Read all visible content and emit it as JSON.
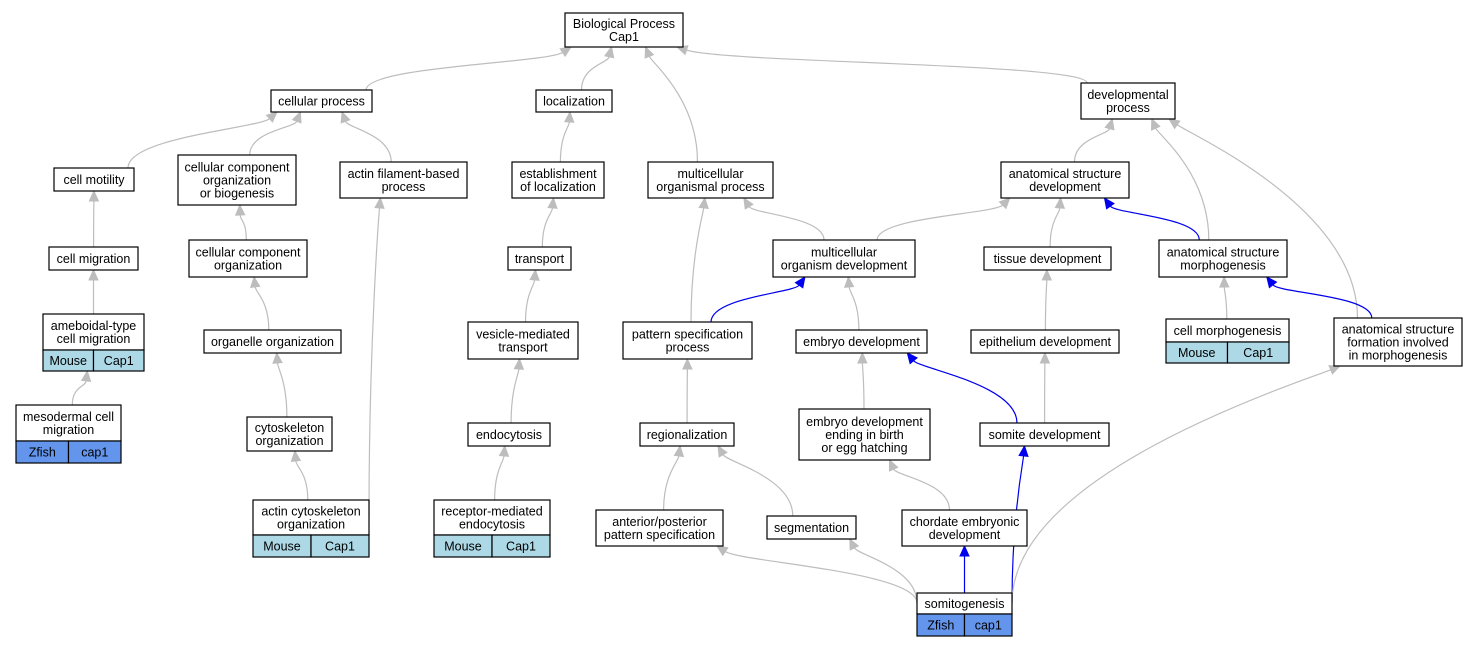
{
  "colors": {
    "edge_gray": "#bdbdbd",
    "edge_blue": "#0000ee",
    "mouse_fill": "#add8e6",
    "zfish_fill": "#6495ed"
  },
  "nodes": {
    "bp": {
      "lines": [
        "Biological Process",
        "Cap1"
      ]
    },
    "cellular_process": {
      "lines": [
        "cellular process"
      ]
    },
    "localization": {
      "lines": [
        "localization"
      ]
    },
    "developmental_process": {
      "lines": [
        "developmental",
        "process"
      ]
    },
    "cell_motility": {
      "lines": [
        "cell motility"
      ]
    },
    "ccob": {
      "lines": [
        "cellular component",
        "organization",
        "or biogenesis"
      ]
    },
    "actin_fbp": {
      "lines": [
        "actin filament-based",
        "process"
      ]
    },
    "establishment": {
      "lines": [
        "establishment",
        "of localization"
      ]
    },
    "mop": {
      "lines": [
        "multicellular",
        "organismal process"
      ]
    },
    "asd": {
      "lines": [
        "anatomical structure",
        "development"
      ]
    },
    "cell_migration": {
      "lines": [
        "cell migration"
      ]
    },
    "cco": {
      "lines": [
        "cellular component",
        "organization"
      ]
    },
    "transport": {
      "lines": [
        "transport"
      ]
    },
    "mod": {
      "lines": [
        "multicellular",
        "organism development"
      ]
    },
    "tissue_dev": {
      "lines": [
        "tissue development"
      ]
    },
    "asm": {
      "lines": [
        "anatomical structure",
        "morphogenesis"
      ]
    },
    "ameboidal": {
      "lines": [
        "ameboidal-type",
        "cell migration"
      ],
      "badges": [
        "Mouse",
        "Cap1"
      ]
    },
    "organelle_org": {
      "lines": [
        "organelle organization"
      ]
    },
    "vesicle": {
      "lines": [
        "vesicle-mediated",
        "transport"
      ]
    },
    "pattern_spec": {
      "lines": [
        "pattern specification",
        "process"
      ]
    },
    "embryo_dev": {
      "lines": [
        "embryo development"
      ]
    },
    "epithelium_dev": {
      "lines": [
        "epithelium development"
      ]
    },
    "cell_morph": {
      "lines": [
        "cell morphogenesis"
      ],
      "badges": [
        "Mouse",
        "Cap1"
      ]
    },
    "asf": {
      "lines": [
        "anatomical structure",
        "formation involved",
        "in morphogenesis"
      ]
    },
    "mesodermal": {
      "lines": [
        "mesodermal cell",
        "migration"
      ],
      "badges": [
        "Zfish",
        "cap1"
      ]
    },
    "cytoskeleton_org": {
      "lines": [
        "cytoskeleton",
        "organization"
      ]
    },
    "endocytosis": {
      "lines": [
        "endocytosis"
      ]
    },
    "regionalization": {
      "lines": [
        "regionalization"
      ]
    },
    "embryo_birth": {
      "lines": [
        "embryo development",
        "ending in birth",
        "or egg hatching"
      ]
    },
    "somite_dev": {
      "lines": [
        "somite development"
      ]
    },
    "actin_cyto_org": {
      "lines": [
        "actin cytoskeleton",
        "organization"
      ],
      "badges": [
        "Mouse",
        "Cap1"
      ]
    },
    "receptor_endo": {
      "lines": [
        "receptor-mediated",
        "endocytosis"
      ],
      "badges": [
        "Mouse",
        "Cap1"
      ]
    },
    "ap_pattern": {
      "lines": [
        "anterior/posterior",
        "pattern specification"
      ]
    },
    "segmentation": {
      "lines": [
        "segmentation"
      ]
    },
    "chordate": {
      "lines": [
        "chordate embryonic",
        "development"
      ]
    },
    "somitogenesis": {
      "lines": [
        "somitogenesis"
      ],
      "badges": [
        "Zfish",
        "cap1"
      ]
    }
  },
  "edges": [
    {
      "from": "cellular_process",
      "to": "bp",
      "color": "gray"
    },
    {
      "from": "localization",
      "to": "bp",
      "color": "gray"
    },
    {
      "from": "mop",
      "to": "bp",
      "color": "gray"
    },
    {
      "from": "developmental_process",
      "to": "bp",
      "color": "gray"
    },
    {
      "from": "cell_motility",
      "to": "cellular_process",
      "color": "gray"
    },
    {
      "from": "ccob",
      "to": "cellular_process",
      "color": "gray"
    },
    {
      "from": "actin_fbp",
      "to": "cellular_process",
      "color": "gray"
    },
    {
      "from": "establishment",
      "to": "localization",
      "color": "gray"
    },
    {
      "from": "asd",
      "to": "developmental_process",
      "color": "gray"
    },
    {
      "from": "asm",
      "to": "developmental_process",
      "color": "gray"
    },
    {
      "from": "asf",
      "to": "developmental_process",
      "color": "gray"
    },
    {
      "from": "cell_migration",
      "to": "cell_motility",
      "color": "gray"
    },
    {
      "from": "cco",
      "to": "ccob",
      "color": "gray"
    },
    {
      "from": "actin_cyto_org",
      "to": "actin_fbp",
      "color": "gray"
    },
    {
      "from": "transport",
      "to": "establishment",
      "color": "gray"
    },
    {
      "from": "mod",
      "to": "mop",
      "color": "gray"
    },
    {
      "from": "pattern_spec",
      "to": "mop",
      "color": "gray"
    },
    {
      "from": "mod",
      "to": "asd",
      "color": "gray"
    },
    {
      "from": "tissue_dev",
      "to": "asd",
      "color": "gray"
    },
    {
      "from": "asm",
      "to": "asd",
      "color": "blue"
    },
    {
      "from": "ameboidal",
      "to": "cell_migration",
      "color": "gray"
    },
    {
      "from": "organelle_org",
      "to": "cco",
      "color": "gray"
    },
    {
      "from": "vesicle",
      "to": "transport",
      "color": "gray"
    },
    {
      "from": "pattern_spec",
      "to": "mod",
      "color": "blue"
    },
    {
      "from": "embryo_dev",
      "to": "mod",
      "color": "gray"
    },
    {
      "from": "epithelium_dev",
      "to": "tissue_dev",
      "color": "gray"
    },
    {
      "from": "cell_morph",
      "to": "asm",
      "color": "gray"
    },
    {
      "from": "asf",
      "to": "asm",
      "color": "blue"
    },
    {
      "from": "mesodermal",
      "to": "ameboidal",
      "color": "gray"
    },
    {
      "from": "cytoskeleton_org",
      "to": "organelle_org",
      "color": "gray"
    },
    {
      "from": "endocytosis",
      "to": "vesicle",
      "color": "gray"
    },
    {
      "from": "regionalization",
      "to": "pattern_spec",
      "color": "gray"
    },
    {
      "from": "embryo_birth",
      "to": "embryo_dev",
      "color": "gray"
    },
    {
      "from": "somite_dev",
      "to": "embryo_dev",
      "color": "blue"
    },
    {
      "from": "somite_dev",
      "to": "epithelium_dev",
      "color": "gray"
    },
    {
      "from": "actin_cyto_org",
      "to": "cytoskeleton_org",
      "color": "gray"
    },
    {
      "from": "receptor_endo",
      "to": "endocytosis",
      "color": "gray"
    },
    {
      "from": "ap_pattern",
      "to": "regionalization",
      "color": "gray"
    },
    {
      "from": "segmentation",
      "to": "regionalization",
      "color": "gray"
    },
    {
      "from": "chordate",
      "to": "embryo_birth",
      "color": "gray"
    },
    {
      "from": "somitogenesis",
      "to": "ap_pattern",
      "color": "gray"
    },
    {
      "from": "somitogenesis",
      "to": "segmentation",
      "color": "gray"
    },
    {
      "from": "somitogenesis",
      "to": "chordate",
      "color": "blue"
    },
    {
      "from": "somitogenesis",
      "to": "somite_dev",
      "color": "blue"
    },
    {
      "from": "somitogenesis",
      "to": "asf",
      "color": "gray"
    }
  ]
}
